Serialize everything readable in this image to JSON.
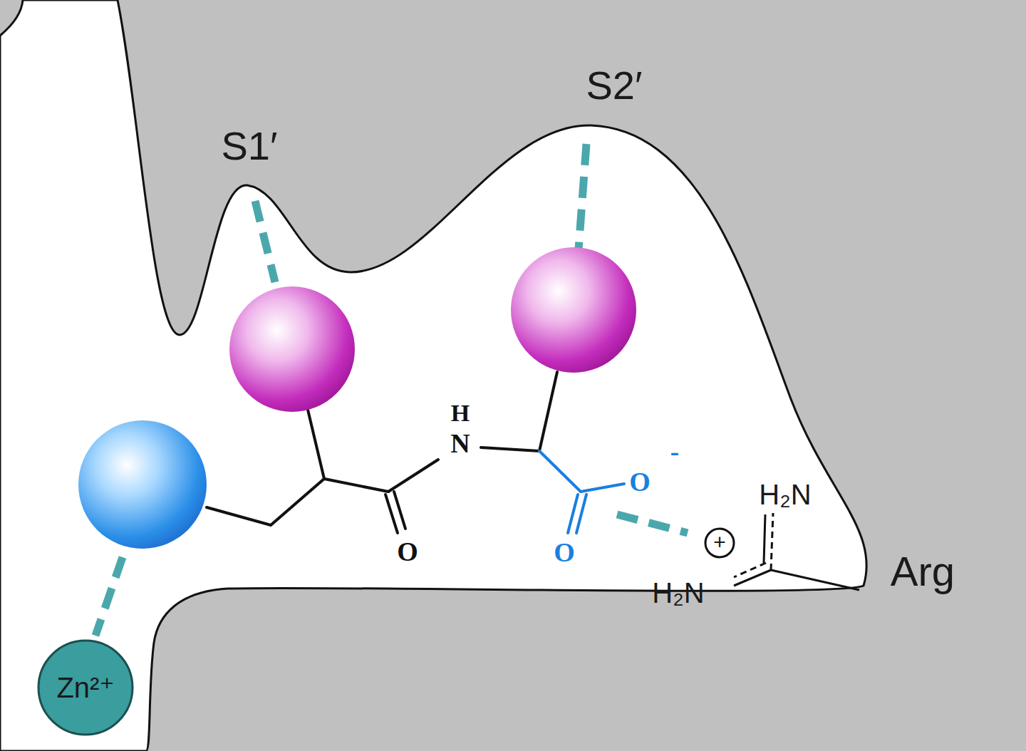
{
  "diagram": {
    "nodes": [
      {
        "text": [
          "Zn²⁺"
        ]
      }
    ],
    "labels": [
      "S1′",
      "S2′",
      "H",
      "N",
      "O",
      "O",
      "O",
      "-",
      "+",
      "H₂N",
      "H₂N",
      "Arg"
    ]
  }
}
